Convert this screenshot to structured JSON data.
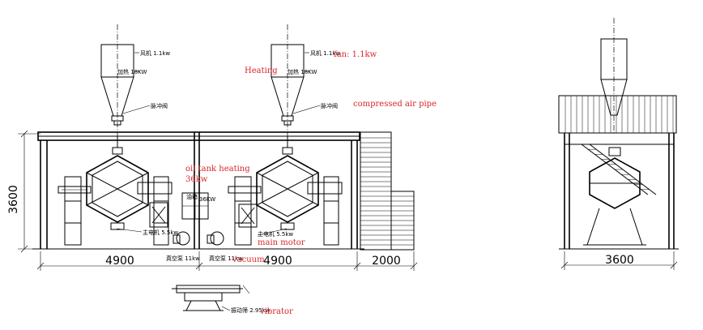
{
  "dimensions": {
    "height_left": "3600",
    "width_1": "4900",
    "width_2": "4900",
    "width_3": "2000",
    "width_side": "3600"
  },
  "power_labels": {
    "fan_1": "风机 1.1kw",
    "heater_1": "加热 18KW",
    "fan_2": "风机 1.1kw",
    "heater_2": "加热 18KW",
    "valve_1": "脉冲阀",
    "valve_2": "脉冲阀",
    "motor_1": "主电机 5.5kw",
    "motor_2": "主电机 5.5kw",
    "tank": "油箱",
    "vacuum_1": "真空泵 11kw",
    "vacuum_2": "真空泵 11kw",
    "vibrator": "振动筛 2.95kw",
    "tank_kw": "36KW"
  },
  "annotations": {
    "fan": "fan: 1.1kw",
    "heating": "Heating",
    "compressed_air": "compressed air pipe",
    "oil_tank_1": "oil tank heating",
    "oil_tank_2": "36kw",
    "main_motor": "main motor",
    "vacuum": "vacuum",
    "vibrator": "vibrator"
  },
  "colors": {
    "annotation": "#d8262a",
    "line": "#000000"
  }
}
